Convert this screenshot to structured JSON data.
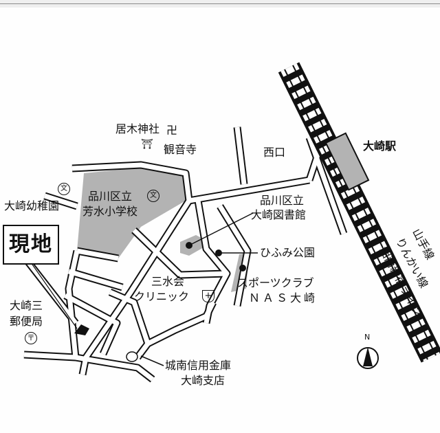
{
  "map": {
    "colors": {
      "road_fill": "#ffffff",
      "road_edge": "#111111",
      "facility": "#b3b3b3"
    },
    "current_location": "現地",
    "station": "大崎駅",
    "station_exit": "西口",
    "rail_lines": [
      "山手線",
      "りんかい線",
      "湘南新宿ライン"
    ],
    "landmarks": {
      "shrine": "居木神社",
      "temple": "観音寺",
      "kindergarten": "大崎幼稚園",
      "school_line1": "品川区立",
      "school_line2": "芳水小学校",
      "library_line1": "品川区立",
      "library_line2": "大崎図書館",
      "park": "ひふみ公園",
      "sports_line1": "スポーツクラブ",
      "sports_line2": "ＮＡＳ大崎",
      "clinic_line1": "三水会",
      "clinic_line2": "クリニック",
      "post_line1": "大崎三",
      "post_line2": "郵便局",
      "bank_line1": "城南信用金庫",
      "bank_line2": "大崎支店"
    },
    "symbols": {
      "temple": "卍",
      "school": "文",
      "hospital": "+",
      "post": "〒",
      "shrine": "⛩",
      "north": "N"
    }
  }
}
